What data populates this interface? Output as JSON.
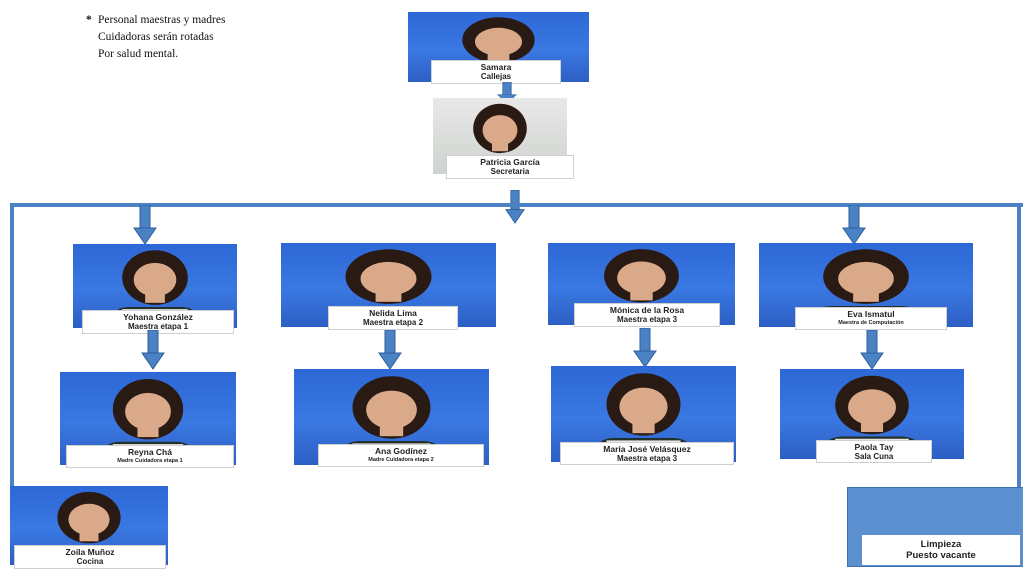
{
  "note": {
    "star": "*",
    "lines": [
      "Personal maestras y madres",
      "Cuidadoras serán rotadas",
      "Por salud mental."
    ]
  },
  "director": {
    "name": "Samara",
    "role": "Callejas"
  },
  "secretary": {
    "name": "Patricia García",
    "role": "Secretaria"
  },
  "row1": [
    {
      "name": "Yohana González",
      "role": "Maestra etapa 1"
    },
    {
      "name": "Nelida Lima",
      "role": "Maestra etapa 2"
    },
    {
      "name": "Mónica de la Rosa",
      "role": "Maestra etapa 3"
    },
    {
      "name": "Eva Ismatul",
      "role": "Maestra de Computación"
    }
  ],
  "row2": [
    {
      "name": "Reyna Chá",
      "role": "Madre Cuidadora etapa 1"
    },
    {
      "name": "Ana Godínez",
      "role": "Madre Cuidadora etapa 2"
    },
    {
      "name": "María José Velásquez",
      "role": "Maestra etapa 3"
    },
    {
      "name": "Paola Tay",
      "role": "Sala Cuna"
    }
  ],
  "cook": {
    "name": "Zoila Muñoz",
    "role": "Cocina"
  },
  "cleaning": {
    "name": "Limpieza",
    "role": "Puesto vacante"
  },
  "colors": {
    "connector": "#4a82c4",
    "photo_bg": "#3a78e2"
  }
}
